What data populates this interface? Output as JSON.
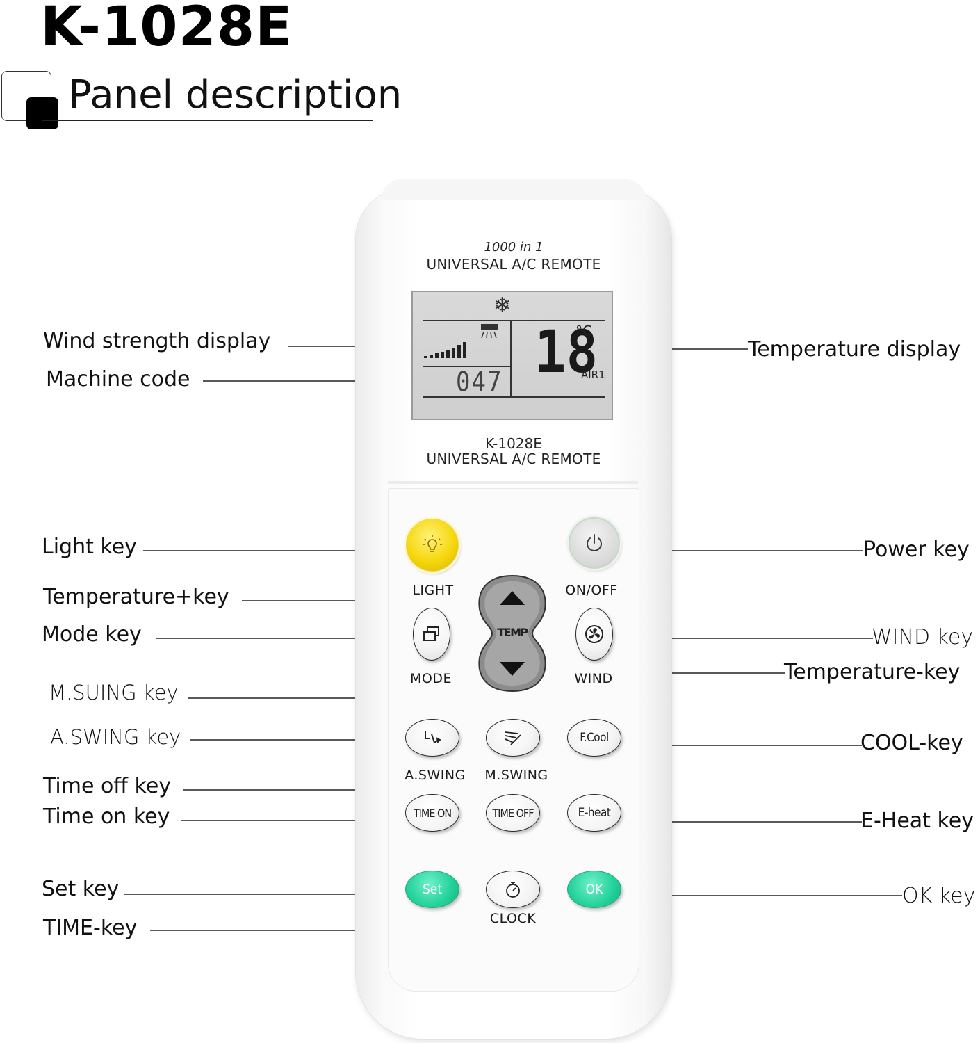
{
  "header": {
    "model": "K-1028E",
    "section_title": "Panel description"
  },
  "remote": {
    "brand_top": "1000 in 1",
    "brand_top_sub": "UNIVERSAL A/C REMOTE",
    "model_label": "K-1028E",
    "model_label_sub": "UNIVERSAL A/C REMOTE",
    "lcd": {
      "temperature": "18",
      "unit": "°C",
      "air_label": "AIR1",
      "machine_code": "047",
      "wind_bars": 8,
      "icons": [
        "snowflake-icon",
        "fan-unit-icon"
      ]
    },
    "buttons": {
      "light": "LIGHT",
      "on_off": "ON/OFF",
      "temp": "TEMP",
      "mode": "MODE",
      "wind": "WIND",
      "a_swing": "A.SWING",
      "m_swing": "M.SWING",
      "f_cool": "F.Cool",
      "time_on": "TIME ON",
      "time_off": "TIME OFF",
      "e_heat": "E-heat",
      "set": "Set",
      "clock": "CLOCK",
      "ok": "OK"
    },
    "colors": {
      "light_key": "#f6d70d",
      "set_ok_keys": "#23d19a",
      "power_key": "#d8d8d8",
      "temp_rocker": "#8c8c8c"
    }
  },
  "callouts": {
    "left": [
      "Wind strength display",
      "Machine code",
      "Light key",
      "Temperature+key",
      "Mode key",
      "M.SUING key",
      "A.SWING key",
      "Time off key",
      "Time on key",
      "Set key",
      "TIME-key"
    ],
    "right": [
      "Temperature display",
      "Power key",
      "WIND key",
      "Temperature-key",
      "COOL-key",
      "E-Heat key",
      "OK key"
    ]
  }
}
